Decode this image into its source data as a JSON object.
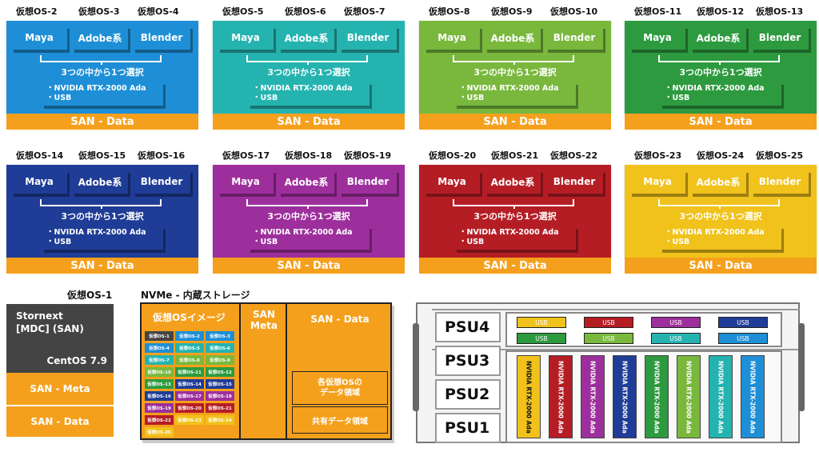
{
  "colors": {
    "san_orange": "#f5a01c",
    "dark_grey": "#444444"
  },
  "groups": [
    {
      "os": [
        "仮想OS-2",
        "仮想OS-3",
        "仮想OS-4"
      ],
      "color": "#1e8fd6",
      "software": [
        "Maya",
        "Adobe系",
        "Blender"
      ],
      "choose": "3つの中から1つ選択",
      "hw": [
        "・NVIDIA RTX-2000 Ada",
        "・USB"
      ],
      "san": "SAN - Data"
    },
    {
      "os": [
        "仮想OS-5",
        "仮想OS-6",
        "仮想OS-7"
      ],
      "color": "#25b3b0",
      "software": [
        "Maya",
        "Adobe系",
        "Blender"
      ],
      "choose": "3つの中から1つ選択",
      "hw": [
        "・NVIDIA RTX-2000 Ada",
        "・USB"
      ],
      "san": "SAN - Data"
    },
    {
      "os": [
        "仮想OS-8",
        "仮想OS-9",
        "仮想OS-10"
      ],
      "color": "#79b83d",
      "software": [
        "Maya",
        "Adobe系",
        "Blender"
      ],
      "choose": "3つの中から1つ選択",
      "hw": [
        "・NVIDIA RTX-2000 Ada",
        "・USB"
      ],
      "san": "SAN - Data"
    },
    {
      "os": [
        "仮想OS-11",
        "仮想OS-12",
        "仮想OS-13"
      ],
      "color": "#2d9a3f",
      "software": [
        "Maya",
        "Adobe系",
        "Blender"
      ],
      "choose": "3つの中から1つ選択",
      "hw": [
        "・NVIDIA RTX-2000 Ada",
        "・USB"
      ],
      "san": "SAN - Data"
    },
    {
      "os": [
        "仮想OS-14",
        "仮想OS-15",
        "仮想OS-16"
      ],
      "color": "#1f3c96",
      "software": [
        "Maya",
        "Adobe系",
        "Blender"
      ],
      "choose": "3つの中から1つ選択",
      "hw": [
        "・NVIDIA RTX-2000 Ada",
        "・USB"
      ],
      "san": "SAN - Data"
    },
    {
      "os": [
        "仮想OS-17",
        "仮想OS-18",
        "仮想OS-19"
      ],
      "color": "#9d2f9c",
      "software": [
        "Maya",
        "Adobe系",
        "Blender"
      ],
      "choose": "3つの中から1つ選択",
      "hw": [
        "・NVIDIA RTX-2000 Ada",
        "・USB"
      ],
      "san": "SAN - Data"
    },
    {
      "os": [
        "仮想OS-20",
        "仮想OS-21",
        "仮想OS-22"
      ],
      "color": "#b51d25",
      "software": [
        "Maya",
        "Adobe系",
        "Blender"
      ],
      "choose": "3つの中から1つ選択",
      "hw": [
        "・NVIDIA RTX-2000 Ada",
        "・USB"
      ],
      "san": "SAN - Data"
    },
    {
      "os": [
        "仮想OS-23",
        "仮想OS-24",
        "仮想OS-25"
      ],
      "color": "#f0c21b",
      "software": [
        "Maya",
        "Adobe系",
        "Blender"
      ],
      "choose": "3つの中から1つ選択",
      "hw": [
        "・NVIDIA RTX-2000 Ada",
        "・USB"
      ],
      "san": "SAN - Data"
    }
  ],
  "os1": {
    "title": "仮想OS-1",
    "lines": [
      "Stornext",
      "[MDC] (SAN)"
    ],
    "os": "CentOS 7.9",
    "meta": "SAN - Meta",
    "data": "SAN - Data"
  },
  "nvme": {
    "title": "NVMe - 内蔵ストレージ",
    "image_title": "仮想OSイメージ",
    "san_meta": "SAN\nMeta",
    "san_data": "SAN - Data",
    "area1": "各仮想OSの\nデータ領域",
    "area2": "共有データ領域",
    "tiles": [
      {
        "label": "仮想OS-1",
        "color": "#444444"
      },
      {
        "label": "仮想OS-2",
        "color": "#1e8fd6"
      },
      {
        "label": "仮想OS-3",
        "color": "#1e8fd6"
      },
      {
        "label": "仮想OS-4",
        "color": "#1e8fd6"
      },
      {
        "label": "仮想OS-5",
        "color": "#25b3b0"
      },
      {
        "label": "仮想OS-6",
        "color": "#25b3b0"
      },
      {
        "label": "仮想OS-7",
        "color": "#25b3b0"
      },
      {
        "label": "仮想OS-8",
        "color": "#79b83d"
      },
      {
        "label": "仮想OS-9",
        "color": "#79b83d"
      },
      {
        "label": "仮想OS-10",
        "color": "#79b83d"
      },
      {
        "label": "仮想OS-11",
        "color": "#2d9a3f"
      },
      {
        "label": "仮想OS-12",
        "color": "#2d9a3f"
      },
      {
        "label": "仮想OS-13",
        "color": "#2d9a3f"
      },
      {
        "label": "仮想OS-14",
        "color": "#1f3c96"
      },
      {
        "label": "仮想OS-15",
        "color": "#1f3c96"
      },
      {
        "label": "仮想OS-16",
        "color": "#1f3c96"
      },
      {
        "label": "仮想OS-17",
        "color": "#9d2f9c"
      },
      {
        "label": "仮想OS-18",
        "color": "#9d2f9c"
      },
      {
        "label": "仮想OS-19",
        "color": "#9d2f9c"
      },
      {
        "label": "仮想OS-20",
        "color": "#b51d25"
      },
      {
        "label": "仮想OS-21",
        "color": "#b51d25"
      },
      {
        "label": "仮想OS-22",
        "color": "#b51d25"
      },
      {
        "label": "仮想OS-23",
        "color": "#f0c21b"
      },
      {
        "label": "仮想OS-24",
        "color": "#f0c21b"
      },
      {
        "label": "仮想OS-25",
        "color": "#f0c21b"
      }
    ]
  },
  "server": {
    "psus": [
      "PSU4",
      "PSU3",
      "PSU2",
      "PSU1"
    ],
    "usb_label": "USB",
    "usb_colors": [
      "#f0c21b",
      "#b51d25",
      "#9d2f9c",
      "#1f3c96",
      "#2d9a3f",
      "#79b83d",
      "#25b3b0",
      "#1e8fd6"
    ],
    "gpu_label": "NVIDIA RTX-2000 Ada",
    "gpu_colors": [
      "#f0c21b",
      "#b51d25",
      "#9d2f9c",
      "#1f3c96",
      "#2d9a3f",
      "#79b83d",
      "#25b3b0",
      "#1e8fd6"
    ]
  }
}
